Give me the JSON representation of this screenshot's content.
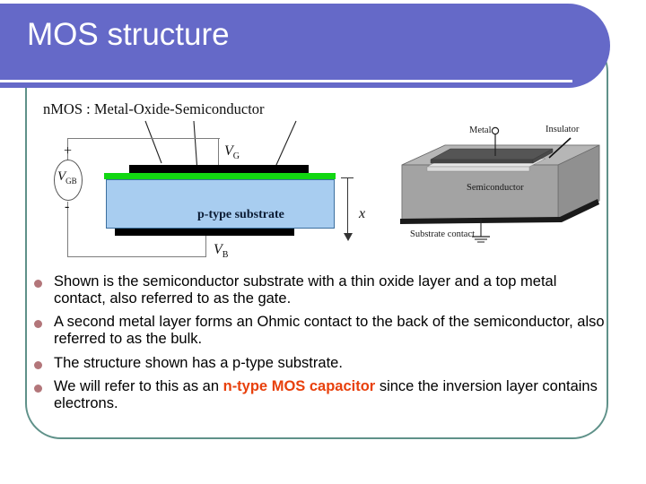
{
  "slide": {
    "title": "MOS structure",
    "banner_color": "#6569c8",
    "frame_color": "#5f9189",
    "bullet_color": "#b3767a",
    "highlight_color": "#e8400c"
  },
  "diagram_left": {
    "caption": "nMOS : Metal-Oxide-Semiconductor",
    "substrate_label": "p-type substrate",
    "gate_voltage_label": "V",
    "gate_voltage_sub": "G",
    "bulk_voltage_label": "V",
    "bulk_voltage_sub": "B",
    "source_label": "V",
    "source_sub": "GB",
    "plus": "+",
    "minus": "-",
    "axis_label": "x",
    "colors": {
      "substrate": "#a8cdf0",
      "oxide": "#12d712",
      "metal": "#000000"
    }
  },
  "diagram_right": {
    "metal_label": "Metal",
    "insulator_label": "Insulator",
    "semiconductor_label": "Semiconductor",
    "substrate_contact_label": "Substrate contact"
  },
  "bullets": [
    {
      "pre": "Shown is the semiconductor substrate with a thin oxide layer and a top metal contact, also referred to as the gate.",
      "highlight": "",
      "post": ""
    },
    {
      "pre": "A second metal layer forms an Ohmic contact to the back of the semiconductor, also referred to as the bulk.",
      "highlight": "",
      "post": ""
    },
    {
      "pre": "The structure shown has a p-type substrate.",
      "highlight": "",
      "post": ""
    },
    {
      "pre": "We will refer to this as an ",
      "highlight": "n-type MOS capacitor",
      "post": " since the inversion layer contains electrons."
    }
  ]
}
